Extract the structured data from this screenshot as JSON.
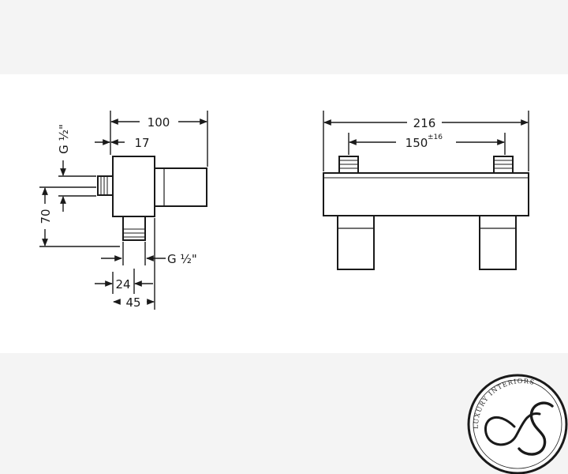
{
  "drawing": {
    "side_view": {
      "dim_overall_width": "100",
      "dim_outlet_offset": "17",
      "dim_height": "70",
      "dim_24": "24",
      "dim_45": "45",
      "thread_side": "G ½\"",
      "thread_bottom": "G ½\""
    },
    "front_view": {
      "dim_overall_width": "216",
      "dim_centers": "150",
      "dim_centers_tolerance": "±16"
    }
  },
  "logo": {
    "text": "LUXURY INTERIORS",
    "monogram": "S"
  }
}
